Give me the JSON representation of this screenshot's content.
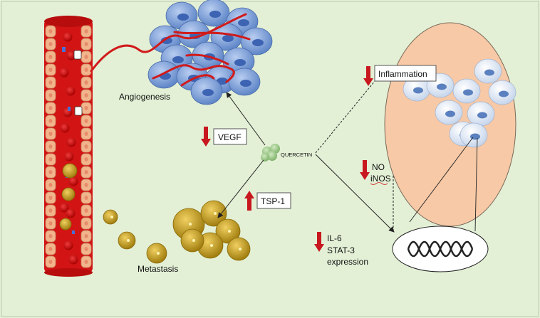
{
  "labels": {
    "angiogenesis": "Angiogenesis",
    "metastasis": "Metastasis",
    "quercetin": "QUERCETIN",
    "vegf": "VEGF",
    "tsp1": "TSP-1",
    "inflammation": "Inflammation",
    "no": "NO",
    "inos": "iNOS",
    "il6": "IL-6",
    "stat3": "STAT-3",
    "expression": "expression"
  },
  "colors": {
    "background": "#e3f0d6",
    "vessel_red": "#d21414",
    "endothelium": "#f2b48c",
    "blue_cell": "#7c9fd8",
    "gold_cell": "#c9a222",
    "inflammation_ellipse": "#f7c9a6",
    "light_cell": "#dce6f4",
    "arrow_down": "#c8171e"
  }
}
